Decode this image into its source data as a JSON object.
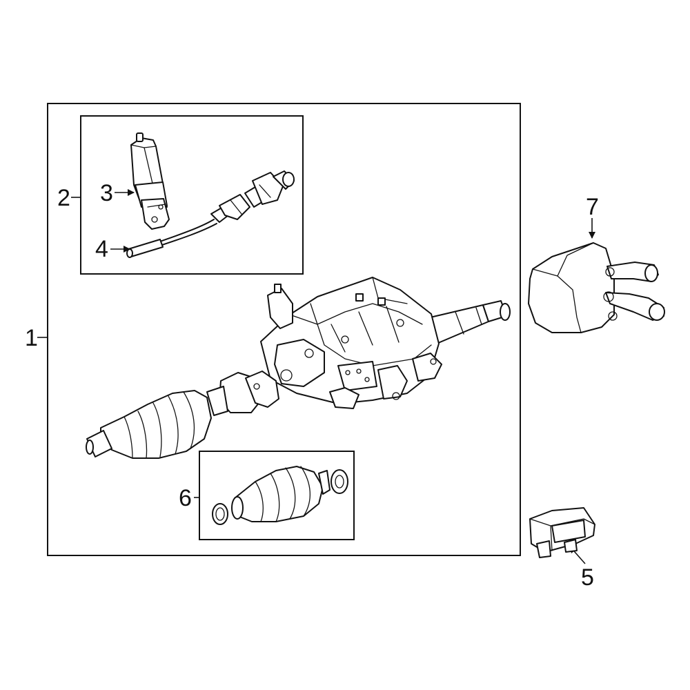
{
  "callouts": {
    "c1": "1",
    "c2": "2",
    "c3": "3",
    "c4": "4",
    "c5": "5",
    "c6": "6",
    "c7": "7"
  },
  "colors": {
    "stroke": "#111111",
    "background": "#ffffff"
  }
}
